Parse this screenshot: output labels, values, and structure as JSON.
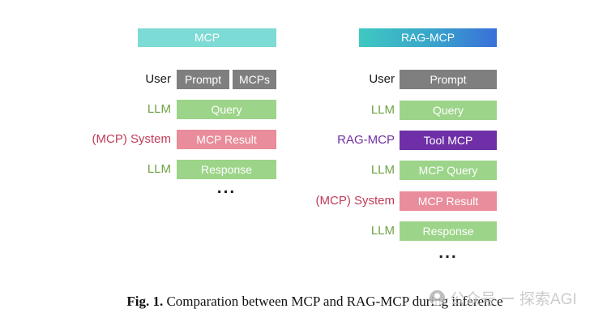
{
  "figure": {
    "caption_prefix": "Fig. 1.",
    "caption_text": "Comparation between MCP and RAG-MCP during inference"
  },
  "columns": {
    "left": {
      "header": "MCP",
      "rows": [
        {
          "label": "User",
          "boxes": [
            "Prompt",
            "MCPs"
          ]
        },
        {
          "label": "LLM",
          "boxes": [
            "Query"
          ]
        },
        {
          "label": "(MCP) System",
          "boxes": [
            "MCP Result"
          ]
        },
        {
          "label": "LLM",
          "boxes": [
            "Response"
          ]
        }
      ],
      "ellipsis": "..."
    },
    "right": {
      "header": "RAG-MCP",
      "rows": [
        {
          "label": "User",
          "boxes": [
            "Prompt"
          ]
        },
        {
          "label": "LLM",
          "boxes": [
            "Query"
          ]
        },
        {
          "label": "RAG-MCP",
          "boxes": [
            "Tool MCP"
          ]
        },
        {
          "label": "LLM",
          "boxes": [
            "MCP Query"
          ]
        },
        {
          "label": "(MCP) System",
          "boxes": [
            "MCP Result"
          ]
        },
        {
          "label": "LLM",
          "boxes": [
            "Response"
          ]
        }
      ],
      "ellipsis": "..."
    }
  },
  "watermark": {
    "icon": "wechat-official-account-icon",
    "text_left": "公众号",
    "text_right": "探索AGI"
  },
  "colors": {
    "mcp_header": "#7cdbd4",
    "rag_header_gradient_start": "#3fc8c1",
    "rag_header_gradient_end": "#3a6fd8",
    "gray_box": "#7f7f7f",
    "green_box": "#9cd489",
    "pink_box": "#e98c9b",
    "purple_box": "#6f2fa6",
    "label_black": "#1a1a1a",
    "label_green": "#6fa245",
    "label_red": "#c13b58",
    "label_purple": "#7030a0",
    "watermark_gray": "#c3c3c3"
  }
}
